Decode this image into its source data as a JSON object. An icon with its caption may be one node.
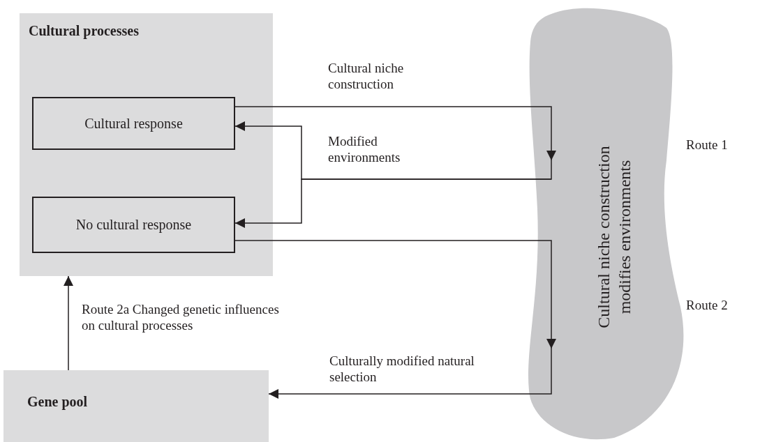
{
  "diagram": {
    "nodes": [
      {
        "text": [
          "Cultural processes"
        ]
      },
      {
        "text": [
          "Cultural response"
        ],
        "in": 0
      },
      {
        "text": [
          "No cultural response"
        ],
        "in": 0
      },
      {
        "text": [
          "Cultural niche construction modifies environments"
        ]
      },
      {
        "text": [
          "Gene pool"
        ]
      }
    ],
    "edges": [
      {
        "from": 1,
        "to": 3,
        "arrow": "to",
        "label": "Cultural niche construction"
      },
      {
        "from": 3,
        "to": 1,
        "arrow": "to",
        "label": "Modified environments"
      },
      {
        "from": 3,
        "to": 2,
        "arrow": "to"
      },
      {
        "from": 2,
        "to": 3,
        "arrow": "to"
      },
      {
        "from": 3,
        "to": 4,
        "arrow": "to",
        "label": "Culturally modified natural selection"
      },
      {
        "from": 4,
        "to": 0,
        "arrow": "to",
        "label": "Route 2a Changed genetic influences on cultural processes"
      }
    ],
    "labels": [
      "Route 1",
      "Route 2"
    ]
  }
}
